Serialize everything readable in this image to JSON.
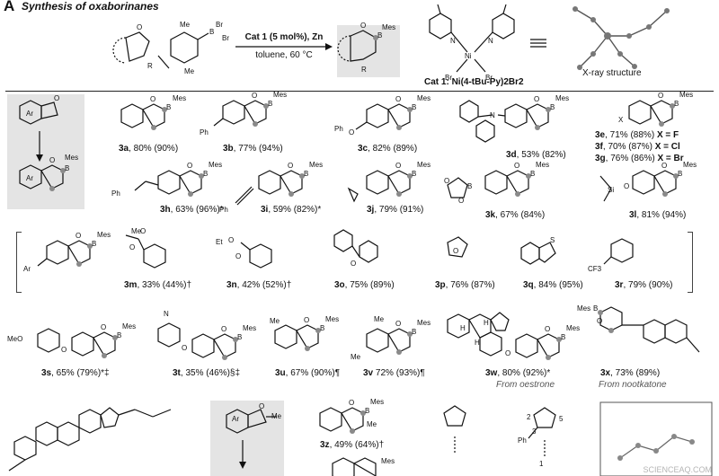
{
  "header": {
    "letter": "A",
    "title": "Synthesis of oxaborinanes"
  },
  "reaction": {
    "catalyst": "Cat 1 (5 mol%), Zn",
    "conditions": "toluene, 60 °C",
    "catalyst_name_prefix": "Cat 1: ",
    "catalyst_name": "Ni(4-tBu-Py)2Br2",
    "xray_label": "X-ray structure",
    "reagent_labels": {
      "me1": "Me",
      "me2": "Me",
      "br1": "Br",
      "br2": "Br",
      "b": "B",
      "r": "R"
    },
    "product_labels": {
      "o": "O",
      "b": "B",
      "mes": "Mes",
      "r": "R"
    },
    "cat_labels": {
      "n1": "N",
      "n2": "N",
      "ni": "Ni",
      "br1": "Br",
      "br2": "Br"
    }
  },
  "scheme_labels": {
    "ar": "Ar",
    "o": "O",
    "b": "B",
    "mes": "Mes"
  },
  "ring_labels": {
    "o": "O",
    "b": "B",
    "mes": "Mes"
  },
  "row1": [
    {
      "id": "3a",
      "text": ", 80% (90%)"
    },
    {
      "id": "3b",
      "text": ", 77% (94%)"
    },
    {
      "id": "3c",
      "text": ", 82% (89%)"
    },
    {
      "id": "3d",
      "text": ", 53% (82%)"
    }
  ],
  "row1_sub": {
    "ph_b": "Ph",
    "ph_c": "Ph",
    "c_o": "O",
    "d_n": "N"
  },
  "row1_x": {
    "x_label": "X",
    "lines": [
      {
        "id": "3e",
        "text": ", 71% (88%) ",
        "x": "X = F"
      },
      {
        "id": "3f",
        "text": ", 70% (87%) ",
        "x": "X = Cl"
      },
      {
        "id": "3g",
        "text": ", 76% (86%) ",
        "x": "X = Br"
      }
    ]
  },
  "row2": [
    {
      "id": "3h",
      "text": ", 63% (96%)*"
    },
    {
      "id": "3i",
      "text": ", 59% (82%)*"
    },
    {
      "id": "3j",
      "text": ", 79% (91%)"
    },
    {
      "id": "3k",
      "text": ", 67% (84%)"
    },
    {
      "id": "3l",
      "text": ", 81% (94%)"
    }
  ],
  "row2_sub": {
    "ph_h": "Ph",
    "ph_i": "Ph",
    "k_o1": "O",
    "k_o2": "O",
    "k_b": "B",
    "l_o": "O",
    "l_si": "Si"
  },
  "row3": [
    {
      "id": "3m",
      "text": ", 33% (44%)†"
    },
    {
      "id": "3n",
      "text": ", 42% (52%)†"
    },
    {
      "id": "3o",
      "text": ", 75% (89%)"
    },
    {
      "id": "3p",
      "text": ", 76% (87%)"
    },
    {
      "id": "3q",
      "text": ", 84% (95%)"
    },
    {
      "id": "3r",
      "text": ", 79% (90%)"
    }
  ],
  "row3_sub": {
    "ar": "Ar",
    "m_me": "Me",
    "m_o": "O",
    "m_o2": "O",
    "n_et": "Et",
    "n_o": "O",
    "n_o2": "O",
    "o_o": "O",
    "p_o": "O",
    "q_s": "S",
    "r_cf3": "CF3"
  },
  "row4": [
    {
      "id": "3s",
      "text": ", 65% (79%)*‡"
    },
    {
      "id": "3t",
      "text": ", 35% (46%)§‡"
    },
    {
      "id": "3u",
      "text": ", 67% (90%)¶"
    },
    {
      "id": "3v",
      "text": " 72% (93%)¶"
    },
    {
      "id": "3w",
      "text": ", 80% (92%)*"
    },
    {
      "id": "3x",
      "text": ", 73% (89%)"
    }
  ],
  "row4_sub": {
    "s_meo": "MeO",
    "s_o": "O",
    "t_n": "N",
    "t_o": "O",
    "u_me": "Me",
    "v_me1": "Me",
    "v_me2": "Me",
    "w_h1": "H",
    "w_h2": "H",
    "w_h3": "H",
    "w_o": "O"
  },
  "row4_notes": {
    "w": "From oestrone",
    "x": "From nootkatone"
  },
  "row5": {
    "z_id": "3z",
    "z_text": ", 49% (64%)†",
    "ar": "Ar",
    "o": "O",
    "me": "Me",
    "z_me": "Me",
    "ph": "Ph",
    "n2": "2",
    "n3": "3",
    "n5": "5",
    "n1": "1",
    "mes_bottom": "Mes"
  },
  "watermark": "SCIENCEAQ.COM"
}
